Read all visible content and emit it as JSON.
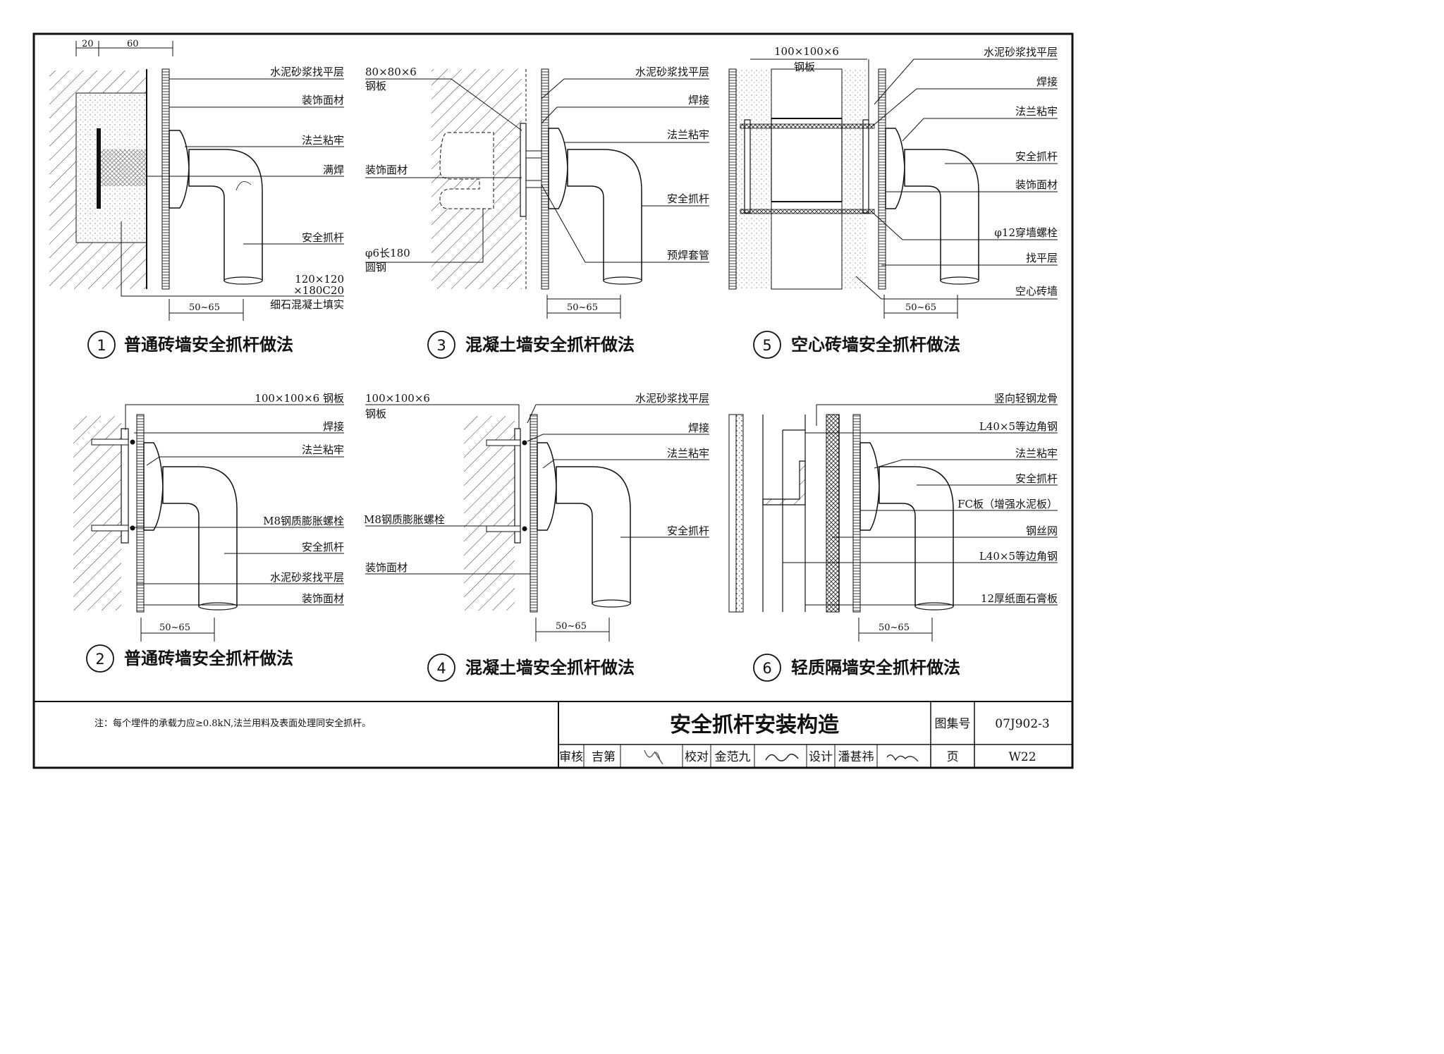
{
  "note": "注：每个埋件的承载力应≥0.8kN,法兰用料及表面处理同安全抓杆。",
  "title_block": {
    "title": "安全抓杆安装构造",
    "atlas_label": "图集号",
    "atlas_no": "07J902-3",
    "page_label": "页",
    "page_no": "W22",
    "review_label": "审核",
    "reviewer": "吉第",
    "check_label": "校对",
    "checker": "金范九",
    "design_label": "设计",
    "designer": "潘甚祎"
  },
  "details": [
    {
      "num": "1",
      "caption": "普通砖墙安全抓杆做法",
      "labels": [
        "水泥砂浆找平层",
        "装饰面材",
        "法兰粘牢",
        "满焊",
        "安全抓杆",
        "120×120",
        "×180C20",
        "细石混凝土填实"
      ],
      "dims": [
        "20",
        "60",
        "50~65"
      ]
    },
    {
      "num": "2",
      "caption": "普通砖墙安全抓杆做法",
      "labels": [
        "100×100×6  钢板",
        "焊接",
        "法兰粘牢",
        "M8钢质膨胀螺栓",
        "安全抓杆",
        "水泥砂浆找平层",
        "装饰面材"
      ],
      "dims": [
        "50~65"
      ]
    },
    {
      "num": "3",
      "caption": "混凝土墙安全抓杆做法",
      "labels": [
        "80×80×6",
        "钢板",
        "装饰面材",
        "φ6长180",
        "圆钢",
        "水泥砂浆找平层",
        "焊接",
        "法兰粘牢",
        "安全抓杆",
        "预焊套管"
      ],
      "dims": [
        "50~65"
      ]
    },
    {
      "num": "4",
      "caption": "混凝土墙安全抓杆做法",
      "labels": [
        "100×100×6",
        "钢板",
        "M8钢质膨胀螺栓",
        "装饰面材",
        "水泥砂浆找平层",
        "焊接",
        "法兰粘牢",
        "安全抓杆"
      ],
      "dims": [
        "50~65"
      ]
    },
    {
      "num": "5",
      "caption": "空心砖墙安全抓杆做法",
      "labels": [
        "100×100×6",
        "钢板",
        "水泥砂浆找平层",
        "焊接",
        "法兰粘牢",
        "安全抓杆",
        "装饰面材",
        "φ12穿墙螺栓",
        "找平层",
        "空心砖墙"
      ],
      "dims": [
        "50~65"
      ]
    },
    {
      "num": "6",
      "caption": "轻质隔墙安全抓杆做法",
      "labels": [
        "竖向轻钢龙骨",
        "L40×5等边角钢",
        "法兰粘牢",
        "安全抓杆",
        "FC板（增强水泥板）",
        "钢丝网",
        "L40×5等边角钢",
        "12厚纸面石膏板"
      ],
      "dims": [
        "50~65"
      ]
    }
  ]
}
